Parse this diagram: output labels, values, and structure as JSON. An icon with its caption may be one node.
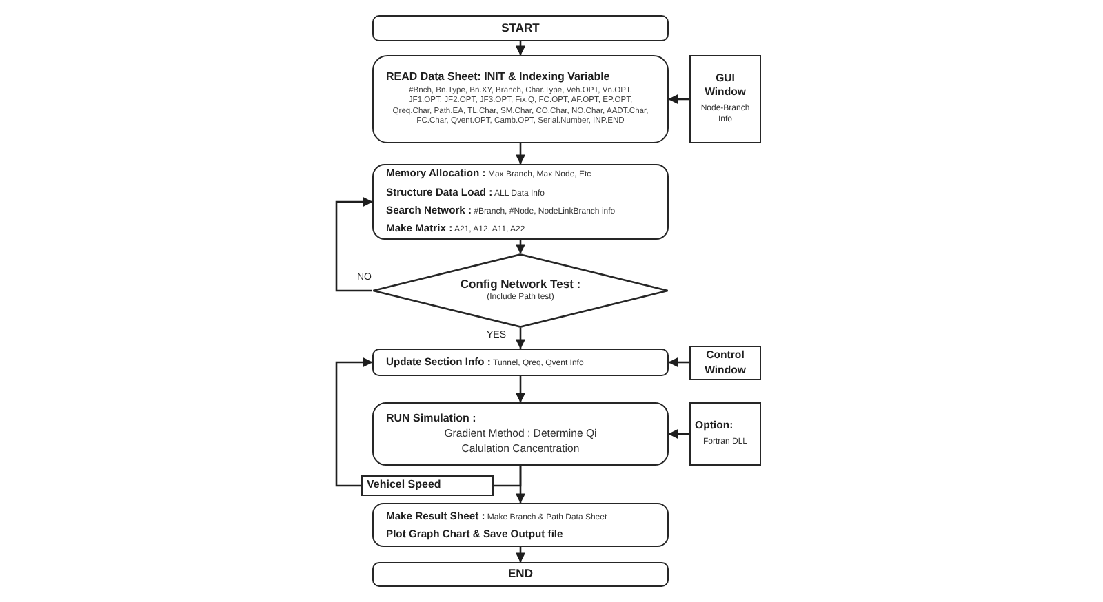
{
  "diagram": {
    "nodes": [
      {
        "text": [
          "START"
        ]
      },
      {
        "text": [
          "READ Data Sheet: INIT & Indexing Variable",
          "#Bnch, Bn.Type, Bn.XY, Branch, Char.Type, Veh.OPT, Vn.OPT, JF1.OPT, JF2.OPT, JF3.OPT, Fix.Q, FC.OPT, AF.OPT, EP.OPT, Qreq.Char, Path.EA, TL.Char, SM.Char, CO.Char, NO.Char, AADT.Char, FC.Char, Qvent.OPT, Camb.OPT, Serial.Number, INP.END"
        ]
      },
      {
        "text": [
          "GUI Window",
          "Node-Branch Info"
        ]
      },
      {
        "text": [
          "**Memory Allocation :** Max Branch, Max Node, Etc",
          "**Structure Data Load :** ALL Data Info",
          "**Search Network :** #Branch, #Node, NodeLinkBranch info",
          "**Make Matrix :** A21, A12, A11, A22"
        ]
      },
      {
        "text": [
          "Config Network Test :",
          "(Include Path test)"
        ]
      },
      {
        "text": [
          "**Update Section Info :** Tunnel, Qreq, Qvent Info"
        ]
      },
      {
        "text": [
          "Control Window"
        ]
      },
      {
        "text": [
          "RUN Simulation :",
          "Gradient Method : Determine Qi",
          "Calulation Cancentration"
        ]
      },
      {
        "text": [
          "Option:",
          "Fortran DLL"
        ]
      },
      {
        "text": [
          "Vehicel Speed"
        ]
      },
      {
        "text": [
          "**Make Result Sheet :** Make Branch & Path Data Sheet",
          "Plot Graph Chart & Save Output file"
        ]
      },
      {
        "text": [
          "END"
        ]
      }
    ],
    "edges": [
      {
        "from": 0,
        "to": 1,
        "arrow": "to"
      },
      {
        "from": 2,
        "to": 1,
        "arrow": "to"
      },
      {
        "from": 1,
        "to": 3,
        "arrow": "to"
      },
      {
        "from": 3,
        "to": 4,
        "arrow": "to"
      },
      {
        "from": 4,
        "to": 3,
        "arrow": "to",
        "label": "NO"
      },
      {
        "from": 4,
        "to": 5,
        "arrow": "to",
        "label": "YES"
      },
      {
        "from": 6,
        "to": 5,
        "arrow": "to"
      },
      {
        "from": 5,
        "to": 7,
        "arrow": "to"
      },
      {
        "from": 8,
        "to": 7,
        "arrow": "to"
      },
      {
        "from": 7,
        "to": 10,
        "arrow": "to"
      },
      {
        "from": 7,
        "to": 9,
        "arrow": "none"
      },
      {
        "from": 9,
        "to": 5,
        "arrow": "to"
      },
      {
        "from": 10,
        "to": 11,
        "arrow": "to"
      }
    ]
  }
}
